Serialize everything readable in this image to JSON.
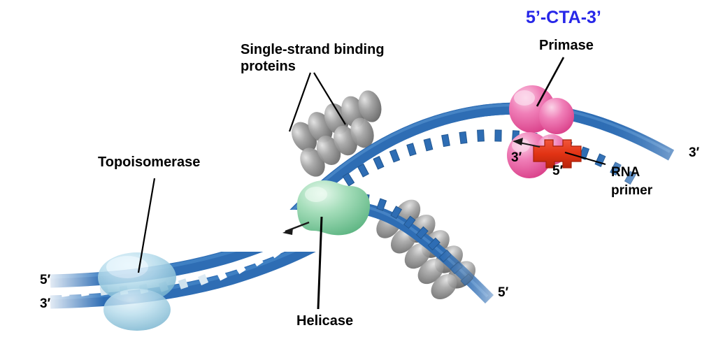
{
  "figure": {
    "title": "DNA replication fork",
    "background": "#ffffff"
  },
  "palette": {
    "dna_blue": "#2E6DB4",
    "dna_blue_dark": "#245A95",
    "dna_blue_light": "#4E8FD0",
    "ssb_grey": "#8C8C8C",
    "ssb_grey_light": "#C9C9C9",
    "topoisomerase_blue": "#A8D5E8",
    "helicase_green": "#8FD4A8",
    "primase_pink": "#E8559B",
    "primase_pink_light": "#F59ECA",
    "rna_primer_red": "#E23314",
    "sequence_blue": "#2727E8",
    "label_black": "#000000"
  },
  "labels": {
    "topoisomerase": "Topoisomerase",
    "ssb": "Single-strand binding\nproteins",
    "ssb_line1": "Single-strand binding",
    "ssb_line2": "proteins",
    "helicase": "Helicase",
    "primase": "Primase",
    "rna_primer_line1": "RNA",
    "rna_primer_line2": "primer",
    "sequence": "5’-CTA-3’"
  },
  "end_labels": {
    "left_top": "5′",
    "left_bottom": "3′",
    "right_top": "3′",
    "right_bottom": "5′",
    "primer_left": "3′",
    "primer_right": "5′"
  },
  "components": [
    {
      "name": "topoisomerase",
      "kind": "enzyme",
      "color": "#A8D5E8",
      "label": "Topoisomerase"
    },
    {
      "name": "single-strand-binding-proteins",
      "kind": "protein-beads",
      "color": "#8C8C8C",
      "label": "Single-strand binding proteins",
      "count": 13
    },
    {
      "name": "helicase",
      "kind": "enzyme",
      "color": "#8FD4A8",
      "label": "Helicase"
    },
    {
      "name": "primase",
      "kind": "enzyme",
      "color": "#E8559B",
      "label": "Primase"
    },
    {
      "name": "rna-primer",
      "kind": "primer",
      "color": "#E23314",
      "label": "RNA primer",
      "sequence": "5’-CTA-3’"
    }
  ]
}
